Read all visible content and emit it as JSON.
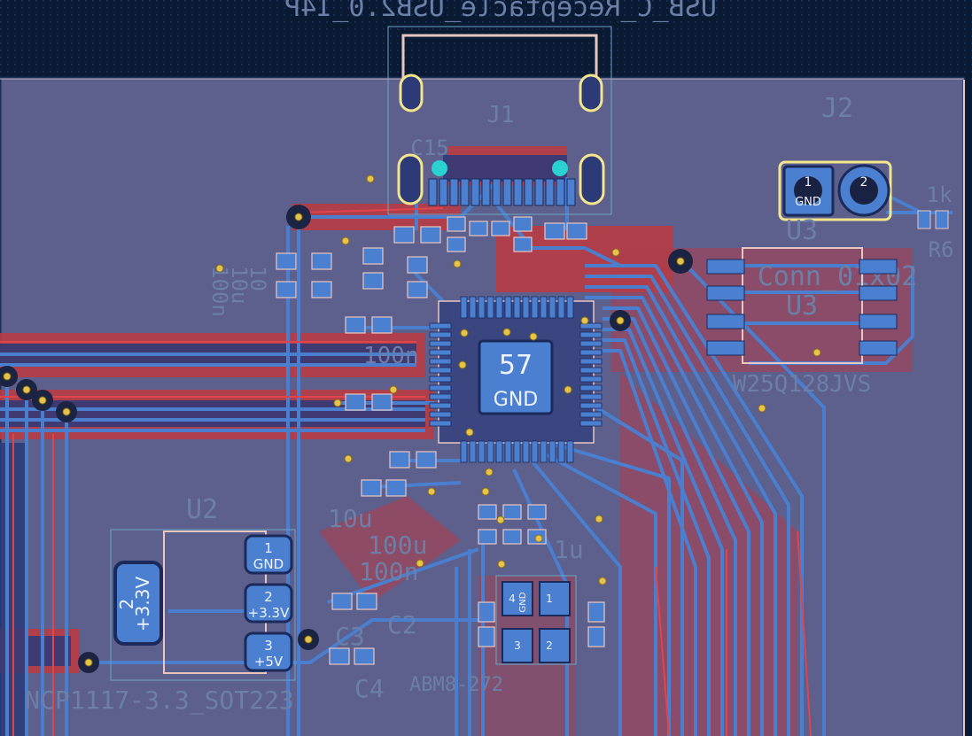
{
  "board": {
    "colors": {
      "background": "#0b1a33",
      "board_fill": "#5d5f8c",
      "copper_front": "#c53c3c",
      "copper_back": "#2c3a78",
      "trace_back": "#4a7fd0",
      "pad": "#4b7fd0",
      "via": "#e6c34a",
      "silkscreen": "#7b8fc0",
      "highlight": "#f2e58c"
    }
  },
  "refs": {
    "j1_value": "USB_C_Receptacle_USB2.0_14P",
    "j1_ref": "J1",
    "j2_ref": "J2",
    "j2_value": "Conn_01x02",
    "u2_ref": "U2",
    "u2_value": "NCP1117-3.3_SOT223",
    "u3_ref": "U3",
    "u3_ref_back": "U3",
    "u3_value": "W25Q128JVS",
    "y_value": "ABM8-272",
    "r_value": "1k",
    "r_ref": "R6",
    "c15_ref": "C15",
    "c3_ref": "C3",
    "c2_ref": "C2",
    "c4_ref": "C4",
    "val_100n_a": "100n",
    "val_100n_b": "100n",
    "val_100n_c": "100n",
    "val_10u_a": "10u",
    "val_10u_b": "10u",
    "val_1u": "1u",
    "val_100u": "100u",
    "val_10": "10"
  },
  "pads": {
    "ic_center_number": "57",
    "ic_center_net": "GND",
    "u2_pin1_num": "1",
    "u2_pin1_net": "GND",
    "u2_pin2_num": "2",
    "u2_pin2_net": "+3.3V",
    "u2_pin3_num": "3",
    "u2_pin3_net": "+5V",
    "u2_tab_num": "2",
    "u2_tab_net": "+3.3V",
    "j2_pin1_num": "1",
    "j2_pin1_net": "GND",
    "j2_pin2_num": "2",
    "y1_pin1": "1",
    "y1_pin2": "2",
    "y1_pin3": "3",
    "y1_pin4": "4",
    "y1_gnd": "GND"
  }
}
